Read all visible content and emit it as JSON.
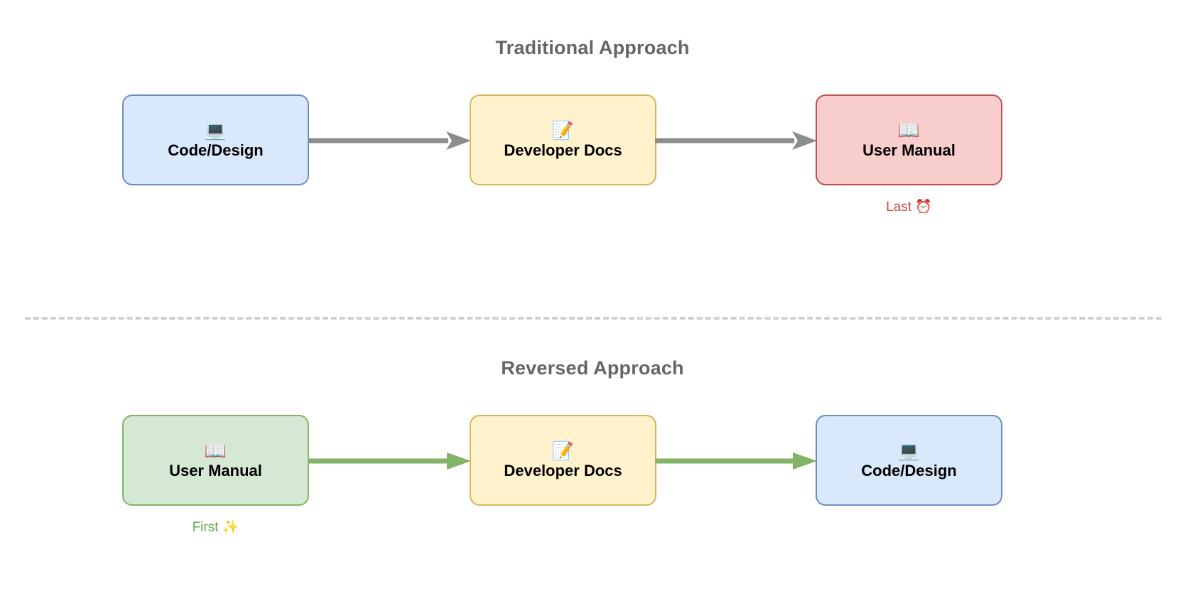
{
  "diagram": {
    "background_color": "#ffffff",
    "sections": [
      {
        "id": "traditional",
        "title": "Traditional Approach",
        "title_color": "#666666",
        "arrow_color": "#8c8c8c",
        "nodes": [
          {
            "icon": "💻",
            "icon_name": "laptop-icon",
            "label": "Code/Design",
            "fill": "#dae8fc",
            "stroke": "#6c8ebf"
          },
          {
            "icon": "📝",
            "icon_name": "memo-icon",
            "label": "Developer Docs",
            "fill": "#fff2cc",
            "stroke": "#d6b656"
          },
          {
            "icon": "📖",
            "icon_name": "open-book-icon",
            "label": "User Manual",
            "fill": "#f8cecc",
            "stroke": "#b85450"
          }
        ],
        "annotation": {
          "text": "Last ⏰",
          "color": "#c0504d",
          "attached_to": "User Manual"
        }
      },
      {
        "id": "reversed",
        "title": "Reversed Approach",
        "title_color": "#666666",
        "arrow_color": "#82b366",
        "nodes": [
          {
            "icon": "📖",
            "icon_name": "open-book-icon",
            "label": "User Manual",
            "fill": "#d5e8d4",
            "stroke": "#82b366"
          },
          {
            "icon": "📝",
            "icon_name": "memo-icon",
            "label": "Developer Docs",
            "fill": "#fff2cc",
            "stroke": "#d6b656"
          },
          {
            "icon": "💻",
            "icon_name": "laptop-icon",
            "label": "Code/Design",
            "fill": "#dae8fc",
            "stroke": "#6c8ebf"
          }
        ],
        "annotation": {
          "text": "First ✨",
          "color": "#6aa84f",
          "attached_to": "User Manual"
        }
      }
    ],
    "divider": {
      "style": "dashed",
      "color": "#d0d0d0"
    }
  }
}
